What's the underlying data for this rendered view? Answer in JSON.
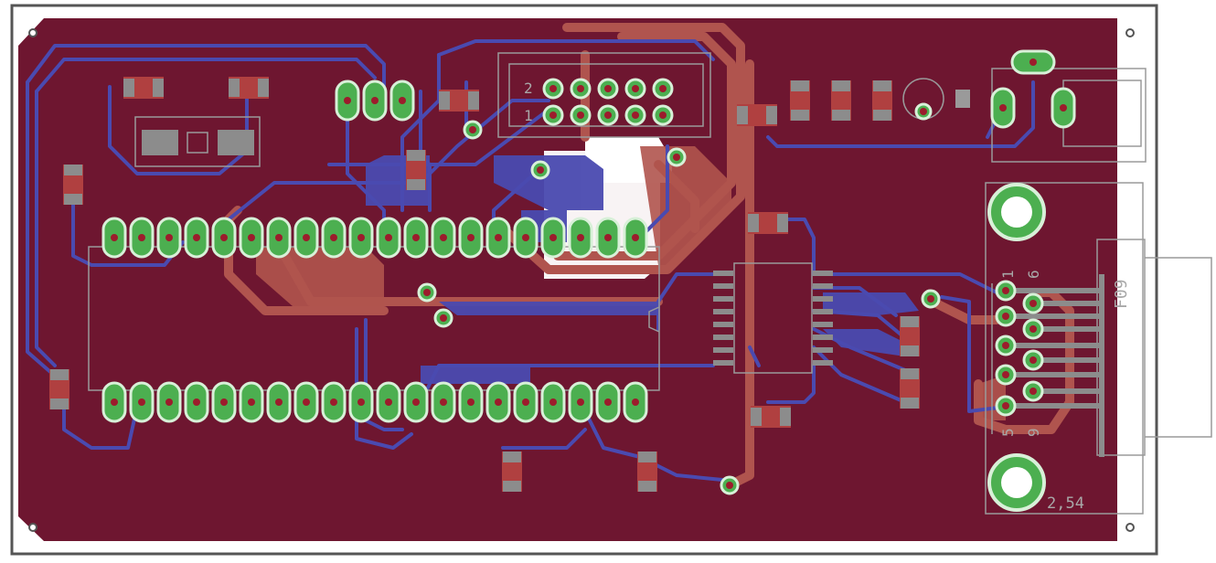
{
  "board": {
    "colors": {
      "background": "#ffffff",
      "outline": "#555555",
      "copper_pour": "#6e1630",
      "top_trace": "#b0544e",
      "bottom_trace": "#4a4ab0",
      "pad_fill": "#4caf50",
      "pad_ring": "#d8f0d8",
      "drill": "#9c1c2c",
      "silkscreen": "#9a9a9a",
      "smd_pad": "#8c8c8c",
      "smd_body": "#b04040"
    }
  },
  "labels": {
    "header_row2": "2",
    "header_row1": "1",
    "connector_pin1": "1",
    "connector_pin6": "6",
    "connector_pin5": "5",
    "connector_pin9": "9",
    "connector_name": "F09",
    "pitch": "2,54"
  }
}
